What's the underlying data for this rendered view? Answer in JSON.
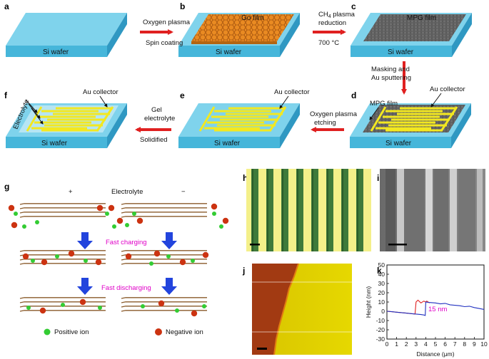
{
  "panels": {
    "a": "a",
    "b": "b",
    "c": "c",
    "d": "d",
    "e": "e",
    "f": "f",
    "g": "g",
    "h": "h",
    "i": "i",
    "j": "j",
    "k": "k"
  },
  "wafer_label": "Si wafer",
  "film_labels": {
    "go": "Go film",
    "mpg": "MPG film"
  },
  "steps": {
    "ab_top": "Oxygen plasma",
    "ab_bottom": "Spin coating",
    "bc_top_1": "CH",
    "bc_top_sub": "4",
    "bc_top_2": " plasma",
    "bc_top_3": "reduction",
    "bc_bottom": "700 °C",
    "cd_1": "Masking and",
    "cd_2": "Au sputtering",
    "de_1": "Oxygen plasma",
    "de_2": "etching",
    "ef_1": "Gel",
    "ef_2": "electrolyte",
    "ef_3": "Solidified"
  },
  "callouts": {
    "au_collector": "Au collector",
    "mpg_film": "MPG film",
    "electrolyte": "Electrolyte"
  },
  "panel_g": {
    "plus": "+",
    "electrolyte": "Electrolyte",
    "minus": "−",
    "fast_charging": "Fast charging",
    "fast_discharging": "Fast discharging",
    "positive_ion": "Positive ion",
    "negative_ion": "Negative ion"
  },
  "colors": {
    "wafer_top": "#7fd3ec",
    "wafer_front": "#46b6da",
    "wafer_side": "#2f98c2",
    "go_film": "#e98a22",
    "mpg_film": "#6e6e6e",
    "gold": "#f3e820",
    "arrow_red": "#e02020",
    "arrow_blue": "#2244dd",
    "positive_ion": "#33cc33",
    "negative_ion": "#cc3311",
    "label_magenta": "#e000c8"
  },
  "chart_data": {
    "type": "line",
    "xlabel": "Distance (μm)",
    "ylabel": "Height (nm)",
    "xlim": [
      0,
      10
    ],
    "ylim": [
      -30,
      50
    ],
    "xticks": [
      "0",
      "1",
      "2",
      "3",
      "4",
      "5",
      "6",
      "7",
      "8",
      "9",
      "10"
    ],
    "yticks": [
      "-30",
      "-20",
      "-10",
      "0",
      "10",
      "20",
      "30",
      "40",
      "50"
    ],
    "annotation": "15 nm",
    "series": [
      {
        "color": "#e02020",
        "x": [
          0,
          0.5,
          1,
          1.5,
          2,
          2.5,
          2.9,
          3.0,
          3.2,
          3.5,
          3.8,
          4.0,
          4.1,
          4.4
        ],
        "y": [
          0,
          -0.5,
          -1,
          -1.5,
          -2,
          -2.5,
          -3,
          10,
          12,
          9,
          11,
          10,
          11,
          9
        ]
      },
      {
        "color": "#2030c0",
        "x": [
          0,
          0.5,
          1,
          1.5,
          2,
          2.5,
          3,
          3.5,
          3.8,
          3.95,
          4.0,
          4.3,
          5,
          5.5,
          6,
          6.5,
          7,
          7.5,
          8,
          8.5,
          9,
          9.5,
          10
        ],
        "y": [
          0,
          -0.5,
          -1,
          -1.5,
          -2,
          -2.5,
          -3,
          -3.5,
          -4,
          -4.5,
          10,
          9.5,
          9,
          8,
          8.5,
          7,
          6.5,
          6,
          5,
          5.5,
          4,
          3,
          2
        ]
      }
    ]
  }
}
